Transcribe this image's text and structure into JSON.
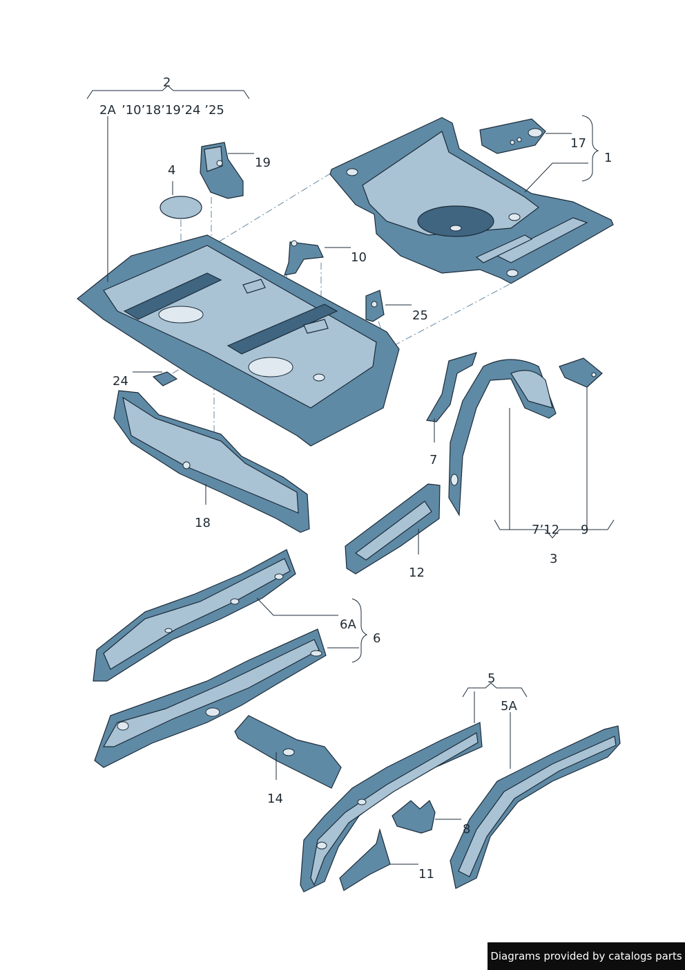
{
  "labels": {
    "l2": "2",
    "l2A": "2A",
    "l2sub": "’10’18’19’24 ’25",
    "l19": "19",
    "l4": "4",
    "l17": "17",
    "l1": "1",
    "l10": "10",
    "l25": "25",
    "l24": "24",
    "l18": "18",
    "l7": "7",
    "l12a": "12",
    "l3sub": "7’12",
    "l9": "9",
    "l3": "3",
    "l6A": "6A",
    "l6": "6",
    "l5": "5",
    "l5A": "5A",
    "l14": "14",
    "l8": "8",
    "l11": "11"
  },
  "credit": "Diagrams provided by catalogs parts",
  "colors": {
    "part": "#5f8aa5",
    "part_light": "#a9c3d4",
    "outline": "#1b2a38"
  }
}
